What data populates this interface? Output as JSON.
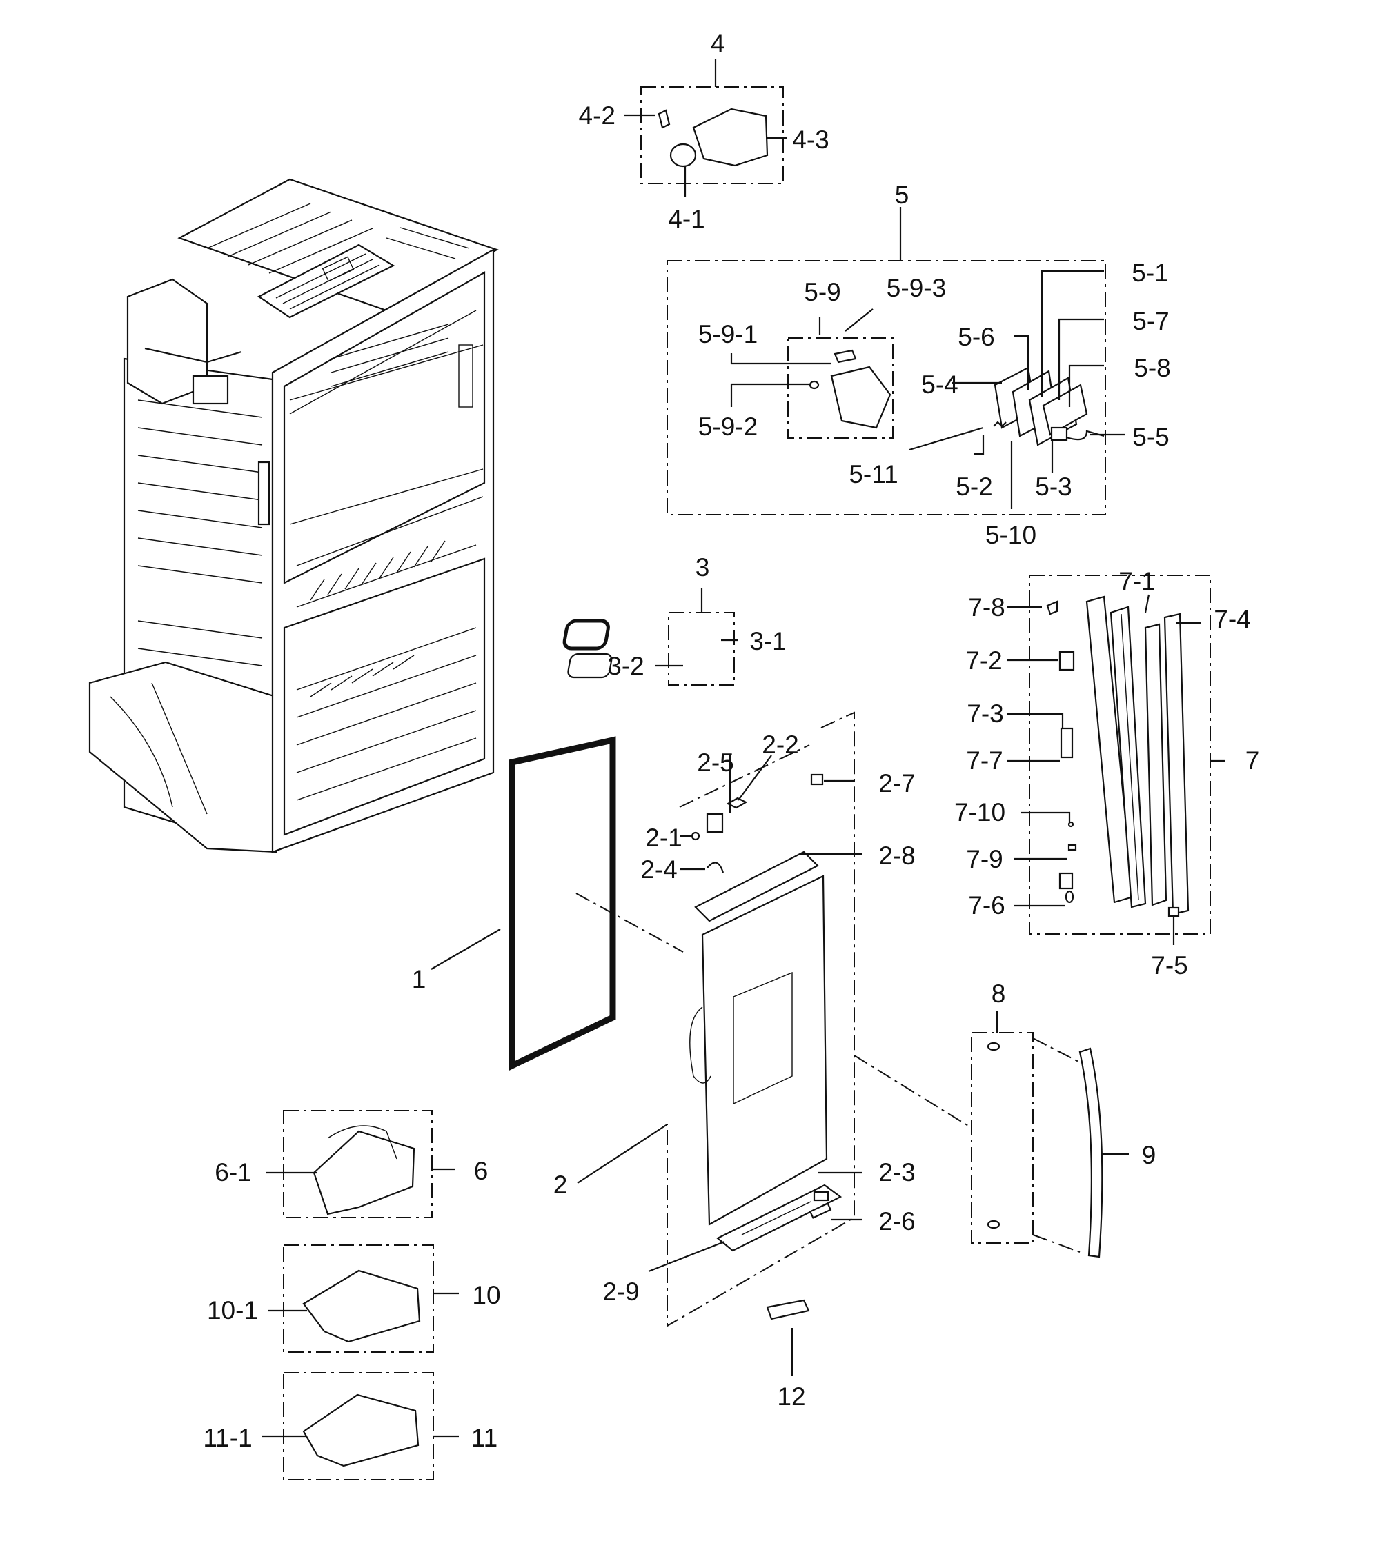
{
  "labels": [
    {
      "id": "p4",
      "text": "4"
    },
    {
      "id": "p4-2",
      "text": "4-2"
    },
    {
      "id": "p4-3",
      "text": "4-3"
    },
    {
      "id": "p4-1",
      "text": "4-1"
    },
    {
      "id": "p5",
      "text": "5"
    },
    {
      "id": "p5-1",
      "text": "5-1"
    },
    {
      "id": "p5-9",
      "text": "5-9"
    },
    {
      "id": "p5-9-3",
      "text": "5-9-3"
    },
    {
      "id": "p5-7",
      "text": "5-7"
    },
    {
      "id": "p5-9-1",
      "text": "5-9-1"
    },
    {
      "id": "p5-6",
      "text": "5-6"
    },
    {
      "id": "p5-8",
      "text": "5-8"
    },
    {
      "id": "p5-4",
      "text": "5-4"
    },
    {
      "id": "p5-9-2",
      "text": "5-9-2"
    },
    {
      "id": "p5-5",
      "text": "5-5"
    },
    {
      "id": "p5-11",
      "text": "5-11"
    },
    {
      "id": "p5-2",
      "text": "5-2"
    },
    {
      "id": "p5-3",
      "text": "5-3"
    },
    {
      "id": "p5-10",
      "text": "5-10"
    },
    {
      "id": "p3",
      "text": "3"
    },
    {
      "id": "p3-1",
      "text": "3-1"
    },
    {
      "id": "p3-2",
      "text": "3-2"
    },
    {
      "id": "p7-1",
      "text": "7-1"
    },
    {
      "id": "p7-8",
      "text": "7-8"
    },
    {
      "id": "p7-4",
      "text": "7-4"
    },
    {
      "id": "p7-2",
      "text": "7-2"
    },
    {
      "id": "p7-3",
      "text": "7-3"
    },
    {
      "id": "p7-7",
      "text": "7-7"
    },
    {
      "id": "p7",
      "text": "7"
    },
    {
      "id": "p7-10",
      "text": "7-10"
    },
    {
      "id": "p7-9",
      "text": "7-9"
    },
    {
      "id": "p7-6",
      "text": "7-6"
    },
    {
      "id": "p7-5",
      "text": "7-5"
    },
    {
      "id": "p2-5",
      "text": "2-5"
    },
    {
      "id": "p2-2",
      "text": "2-2"
    },
    {
      "id": "p2-7",
      "text": "2-7"
    },
    {
      "id": "p2-1",
      "text": "2-1"
    },
    {
      "id": "p2-4",
      "text": "2-4"
    },
    {
      "id": "p2-8",
      "text": "2-8"
    },
    {
      "id": "p1",
      "text": "1"
    },
    {
      "id": "p8",
      "text": "8"
    },
    {
      "id": "p9",
      "text": "9"
    },
    {
      "id": "p6",
      "text": "6"
    },
    {
      "id": "p6-1",
      "text": "6-1"
    },
    {
      "id": "p2",
      "text": "2"
    },
    {
      "id": "p2-3",
      "text": "2-3"
    },
    {
      "id": "p2-6",
      "text": "2-6"
    },
    {
      "id": "p2-9",
      "text": "2-9"
    },
    {
      "id": "p10",
      "text": "10"
    },
    {
      "id": "p10-1",
      "text": "10-1"
    },
    {
      "id": "p12",
      "text": "12"
    },
    {
      "id": "p11",
      "text": "11"
    },
    {
      "id": "p11-1",
      "text": "11-1"
    }
  ]
}
